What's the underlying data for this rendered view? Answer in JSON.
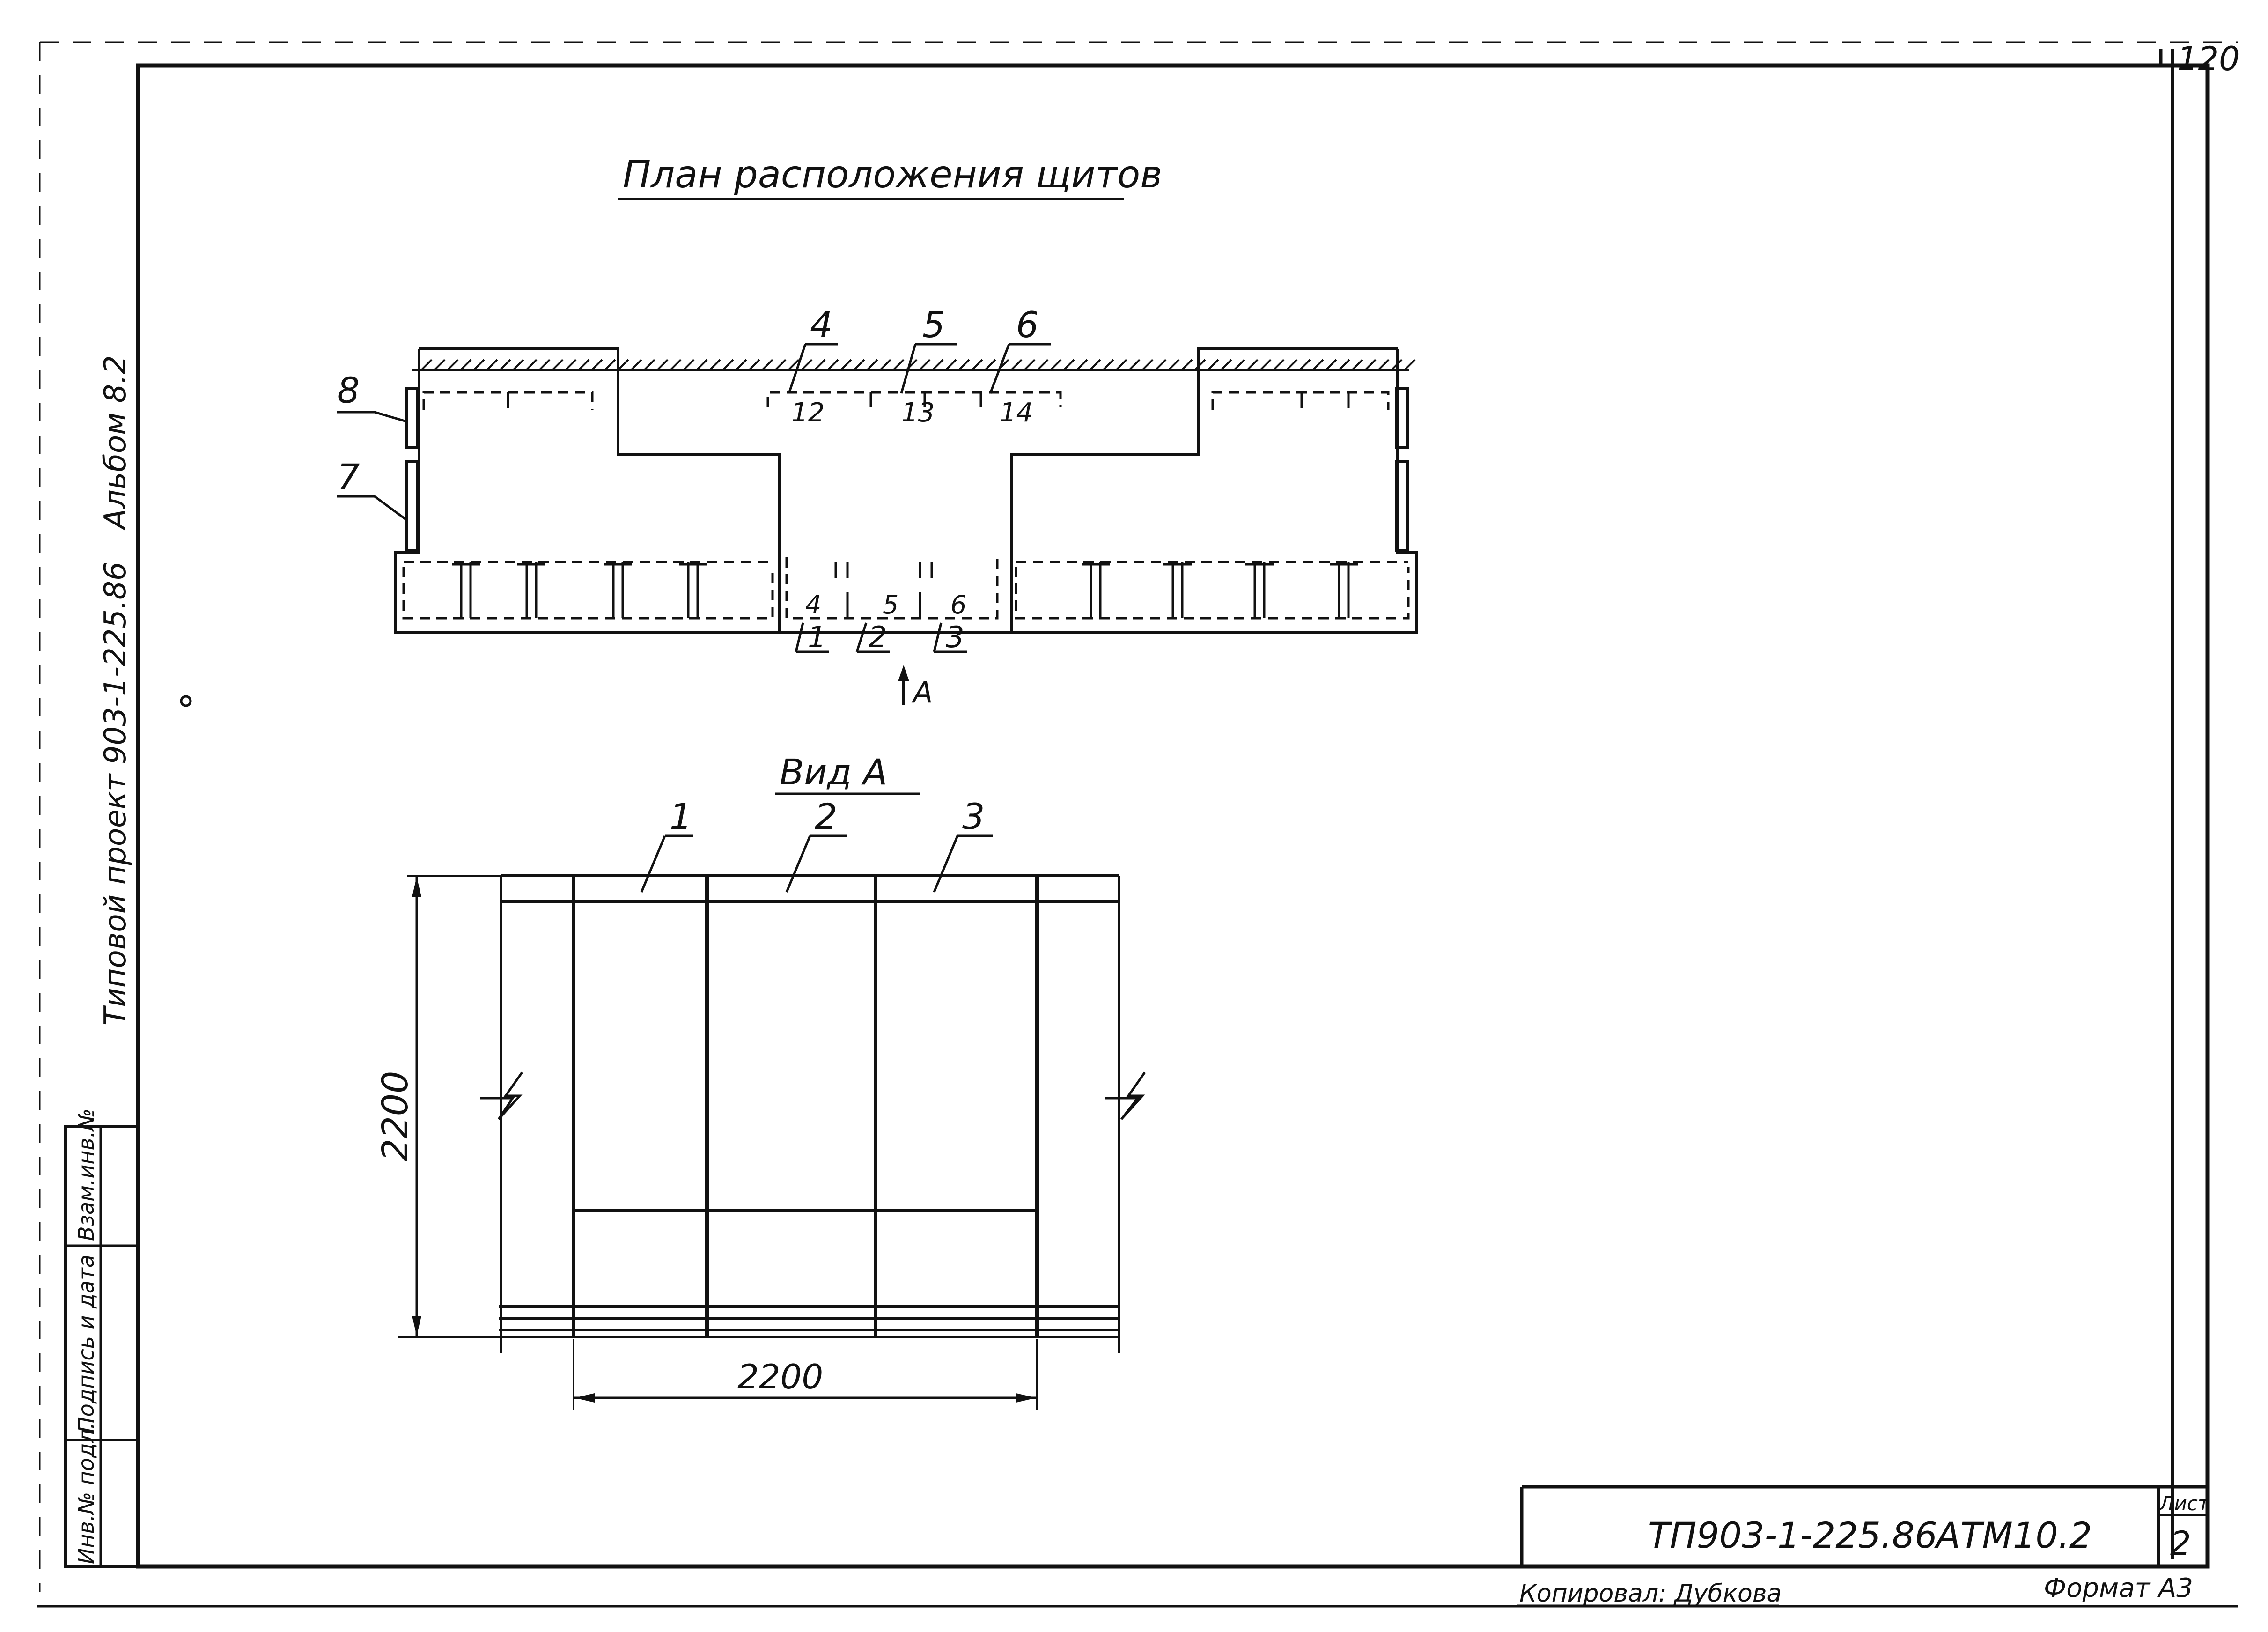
{
  "sheet": {
    "corner_number": "120",
    "title": "План расположения щитов",
    "view_title": "Вид А",
    "view_arrow_label": "А",
    "side_text_album": "Альбом 8.2",
    "side_text_project": "Типовой проект 903-1-225.86",
    "side_stamp": [
      "Инв.№ подл.",
      "Подпись и дата",
      "Взам.инв.№"
    ]
  },
  "plan": {
    "callouts_top": [
      "4",
      "5",
      "6"
    ],
    "callouts_left": [
      "8",
      "7"
    ],
    "panel_numbers_top": [
      "12",
      "13",
      "14"
    ],
    "panel_numbers_bottom_upper": [
      "4",
      "5",
      "6"
    ],
    "panel_numbers_bottom_lower": [
      "1",
      "2",
      "3"
    ]
  },
  "view": {
    "callouts": [
      "1",
      "2",
      "3"
    ],
    "dim_height": "2200",
    "dim_width": "2200"
  },
  "title_block": {
    "doc_code": "ТП903-1-225.86",
    "mark": "АТМ10.2",
    "sheet_label": "Лист",
    "sheet_no": "2",
    "copied": "Копировал: Дубкова",
    "format": "Формат А3"
  }
}
